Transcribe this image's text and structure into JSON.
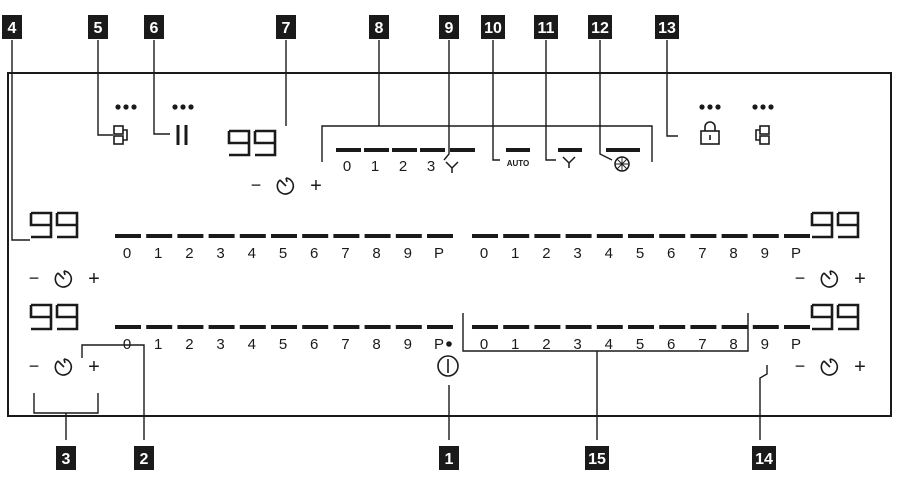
{
  "callouts": [
    "1",
    "2",
    "3",
    "4",
    "5",
    "6",
    "7",
    "8",
    "9",
    "10",
    "11",
    "12",
    "13",
    "14",
    "15"
  ],
  "display_value": "99",
  "levels": [
    "0",
    "1",
    "2",
    "3",
    "4",
    "5",
    "6",
    "7",
    "8",
    "9",
    "P"
  ],
  "hood_levels": [
    "0",
    "1",
    "2",
    "3"
  ],
  "hood_auto": "AUTO",
  "timer": {
    "minus": "−",
    "plus": "+"
  },
  "colors": {
    "ink": "#1a1a1a",
    "callout_bg": "#1a1a1a",
    "callout_text": "#ffffff",
    "panel": "#ffffff"
  },
  "icons": [
    "indicator-dots-icon",
    "bridge-icon",
    "pause-icon",
    "timer-icon",
    "hood-fan-icon",
    "fan-icon",
    "light-icon",
    "lock-icon",
    "copy-icon",
    "power-icon"
  ]
}
